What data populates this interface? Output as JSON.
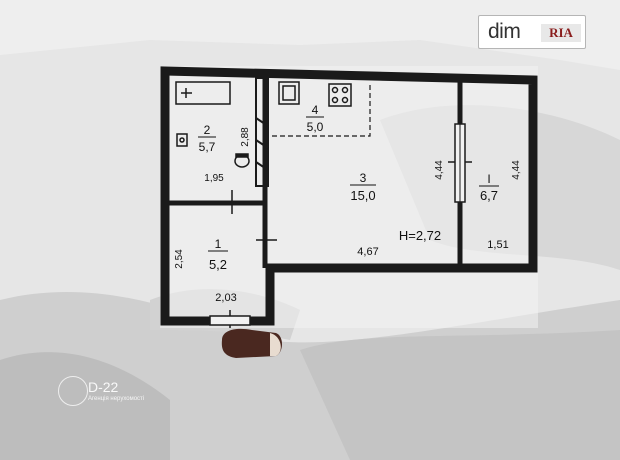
{
  "watermark": {
    "site_logo": "dim",
    "site_logo_badge": "RIA",
    "agency_name": "D-22",
    "agency_tagline": "Агенція нерухомості"
  },
  "rooms": [
    {
      "id": "room-2",
      "number": "2",
      "area": "5,7"
    },
    {
      "id": "room-4",
      "number": "4",
      "area": "5,0"
    },
    {
      "id": "room-3",
      "number": "3",
      "area": "15,0"
    },
    {
      "id": "room-1-balcony",
      "number": "I",
      "area": "6,7"
    },
    {
      "id": "room-1",
      "number": "1",
      "area": "5,2"
    }
  ],
  "dimensions": {
    "bath_width": "1,95",
    "bath_height": "2,88",
    "hall_width": "2,03",
    "hall_height": "2,54",
    "main_width": "4,67",
    "main_height": "4,44",
    "balcony_width": "1,51",
    "balcony_height": "4,44"
  },
  "ceiling_height": "H=2,72",
  "colors": {
    "wall": "#1a1a1a",
    "paper": "#f2f2f2",
    "brand_badge": "#8a1e1e"
  }
}
